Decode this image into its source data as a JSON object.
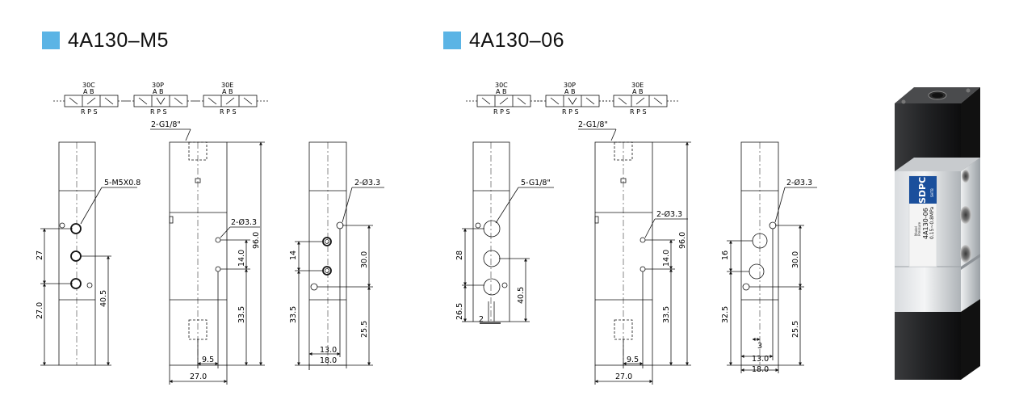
{
  "colors": {
    "accent": "#5bb4e5"
  },
  "models": [
    {
      "title": "4A130–M5",
      "symbols": [
        "30C",
        "30P",
        "30E"
      ],
      "ports": {
        "ab": "A  B",
        "rps": "R P S"
      },
      "labels": {
        "ports_callout": "5-M5X0.8",
        "g_callout": "2-G1/8\"",
        "hole_callout_front": "2-Ø3.3",
        "hole_callout_side": "2-Ø3.3",
        "d_27": "27",
        "d_27_0": "27.0",
        "d_40_5": "40.5",
        "d_9_5": "9.5",
        "d_27_0_w": "27.0",
        "d_14_0": "14.0",
        "d_33_5": "33.5",
        "d_96_0": "96.0",
        "d_14": "14",
        "d_33_5_s": "33.5",
        "d_30_0": "30.0",
        "d_25_5": "25.5",
        "d_13_0": "13.0",
        "d_18_0": "18.0"
      }
    },
    {
      "title": "4A130–06",
      "symbols": [
        "30C",
        "30P",
        "30E"
      ],
      "ports": {
        "ab": "A  B",
        "rps": "R P S"
      },
      "labels": {
        "ports_callout": "5-G1/8\"",
        "g_callout": "2-G1/8\"",
        "hole_callout_front": "2-Ø3.3",
        "hole_callout_side": "2-Ø3.3",
        "d_28": "28",
        "d_26_5": "26.5",
        "d_40_5": "40.5",
        "d_2": "2",
        "d_9_5": "9.5",
        "d_27_0_w": "27.0",
        "d_14_0": "14.0",
        "d_33_5": "33.5",
        "d_96_0": "96.0",
        "d_16": "16",
        "d_32_5": "32.5",
        "d_30_0": "30.0",
        "d_25_5": "25.5",
        "d_3": "3",
        "d_13_0": "13.0",
        "d_18_0": "18.0"
      }
    }
  ],
  "product": {
    "brand": "SDPC",
    "model_label": "4A130-06",
    "pressure": "0.15~0.8MPa",
    "label_small_1": "Model",
    "label_small_2": "Pressure",
    "shtb": "SHTB"
  }
}
